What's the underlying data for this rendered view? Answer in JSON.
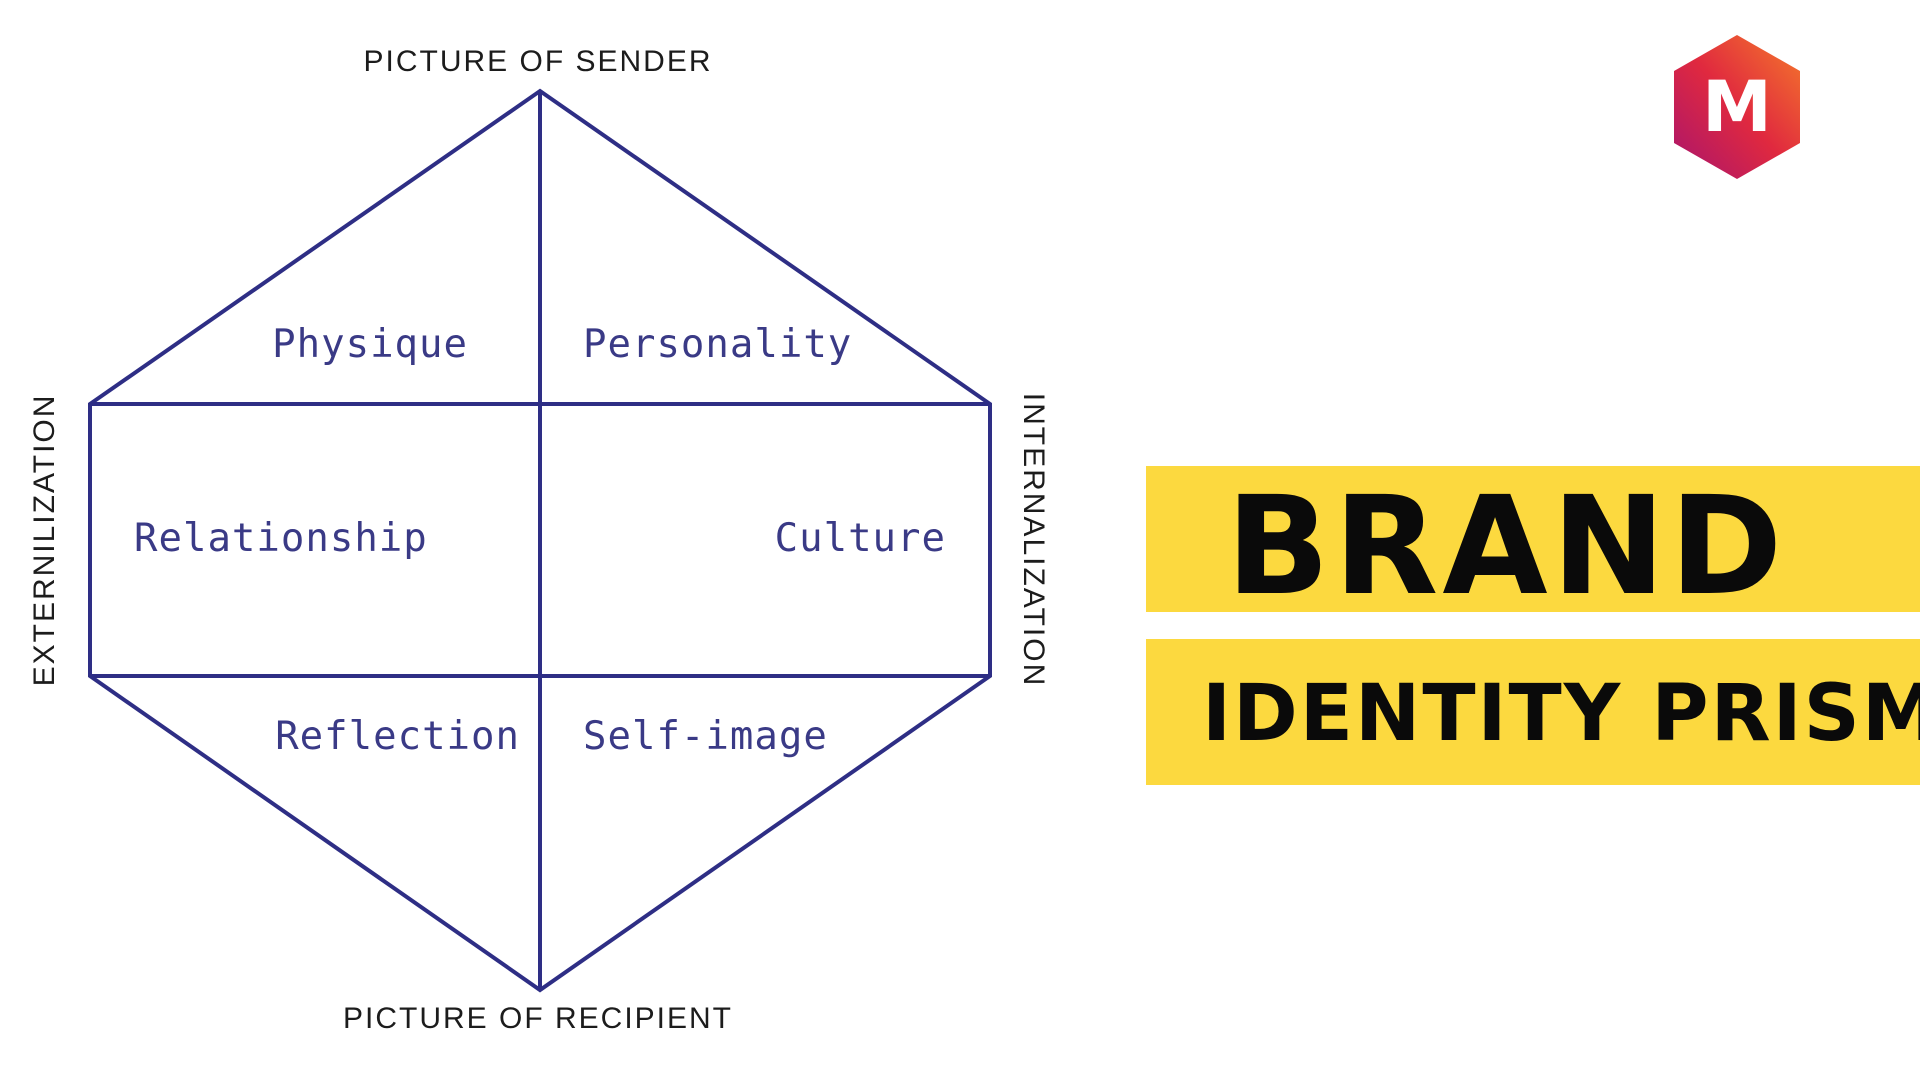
{
  "diagram": {
    "top_label": "PICTURE OF SENDER",
    "bottom_label": "PICTURE OF RECIPIENT",
    "left_label": "EXTERNILIZATION",
    "right_label": "INTERNALIZATION",
    "facets": {
      "physique": "Physique",
      "personality": "Personality",
      "relationship": "Relationship",
      "culture": "Culture",
      "reflection": "Reflection",
      "self_image": "Self-image"
    }
  },
  "banner": {
    "title": "BRAND",
    "subtitle": "IDENTITY PRISM"
  },
  "logo": {
    "letter": "M"
  },
  "colors": {
    "line": "#2e2e85",
    "facet_text": "#3a3a86",
    "banner_bg": "#fcd93f",
    "banner_text": "#0a0a0a"
  }
}
